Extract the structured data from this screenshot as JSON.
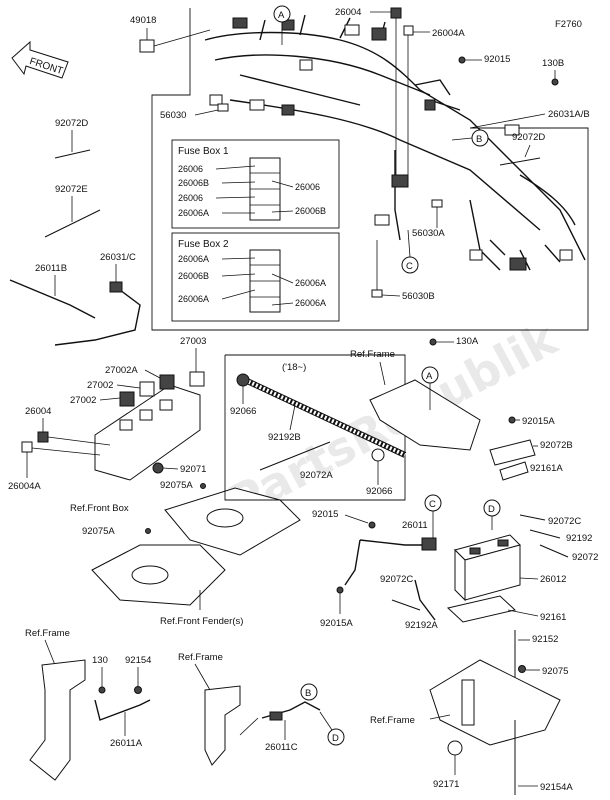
{
  "code": "F2760",
  "watermark": "PartsRepublik",
  "front_arrow": "FRONT",
  "fuse_box_1": {
    "title": "Fuse Box 1",
    "left": [
      "26006",
      "26006B",
      "26006",
      "26006A"
    ],
    "right": [
      "26006",
      "26006B"
    ]
  },
  "fuse_box_2": {
    "title": "Fuse Box 2",
    "left": [
      "26006A",
      "26006B",
      "26006A"
    ],
    "right": [
      "26006A",
      "26006A"
    ]
  },
  "year_tag": "('18~)",
  "callouts": {
    "A": "A",
    "B": "B",
    "C": "C",
    "D": "D"
  },
  "labels": {
    "p49018": "49018",
    "p56030": "56030",
    "p26004_top": "26004",
    "p26004A_top": "26004A",
    "p92015_top": "92015",
    "p130B": "130B",
    "p26031AB": "26031A/B",
    "p92072D_r": "92072D",
    "p56030A": "56030A",
    "p56030B": "56030B",
    "p92072D_l": "92072D",
    "p92072E": "92072E",
    "p26011B": "26011B",
    "p26031C": "26031/C",
    "p27003": "27003",
    "p27002A": "27002A",
    "p27002a": "27002",
    "p27002b": "27002",
    "p26004_l": "26004",
    "p26004A_l": "26004A",
    "p92071": "92071",
    "p92075A_a": "92075A",
    "ref_front_box": "Ref.Front Box",
    "p92075A_b": "92075A",
    "ref_front_fender": "Ref.Front Fender(s)",
    "p92066_a": "92066",
    "p92192B": "92192B",
    "p92072A": "92072A",
    "p92066_b": "92066",
    "ref_frame_mid": "Ref.Frame",
    "p130A": "130A",
    "p92015A_r": "92015A",
    "p92072B": "92072B",
    "p92161A": "92161A",
    "p92015_mid": "92015",
    "p26011": "26011",
    "p92015A_b": "92015A",
    "p92072C_r": "92072C",
    "p92192": "92192",
    "p92072": "92072",
    "p26012": "26012",
    "p92072C_b": "92072C",
    "p92192A": "92192A",
    "p92161": "92161",
    "p92152": "92152",
    "p92075": "92075",
    "ref_frame_bl": "Ref.Frame",
    "p130": "130",
    "p92154": "92154",
    "p26011A": "26011A",
    "ref_frame_bc": "Ref.Frame",
    "p26011C": "26011C",
    "ref_frame_br": "Ref.Frame",
    "p92171": "92171",
    "p92154A": "92154A"
  }
}
